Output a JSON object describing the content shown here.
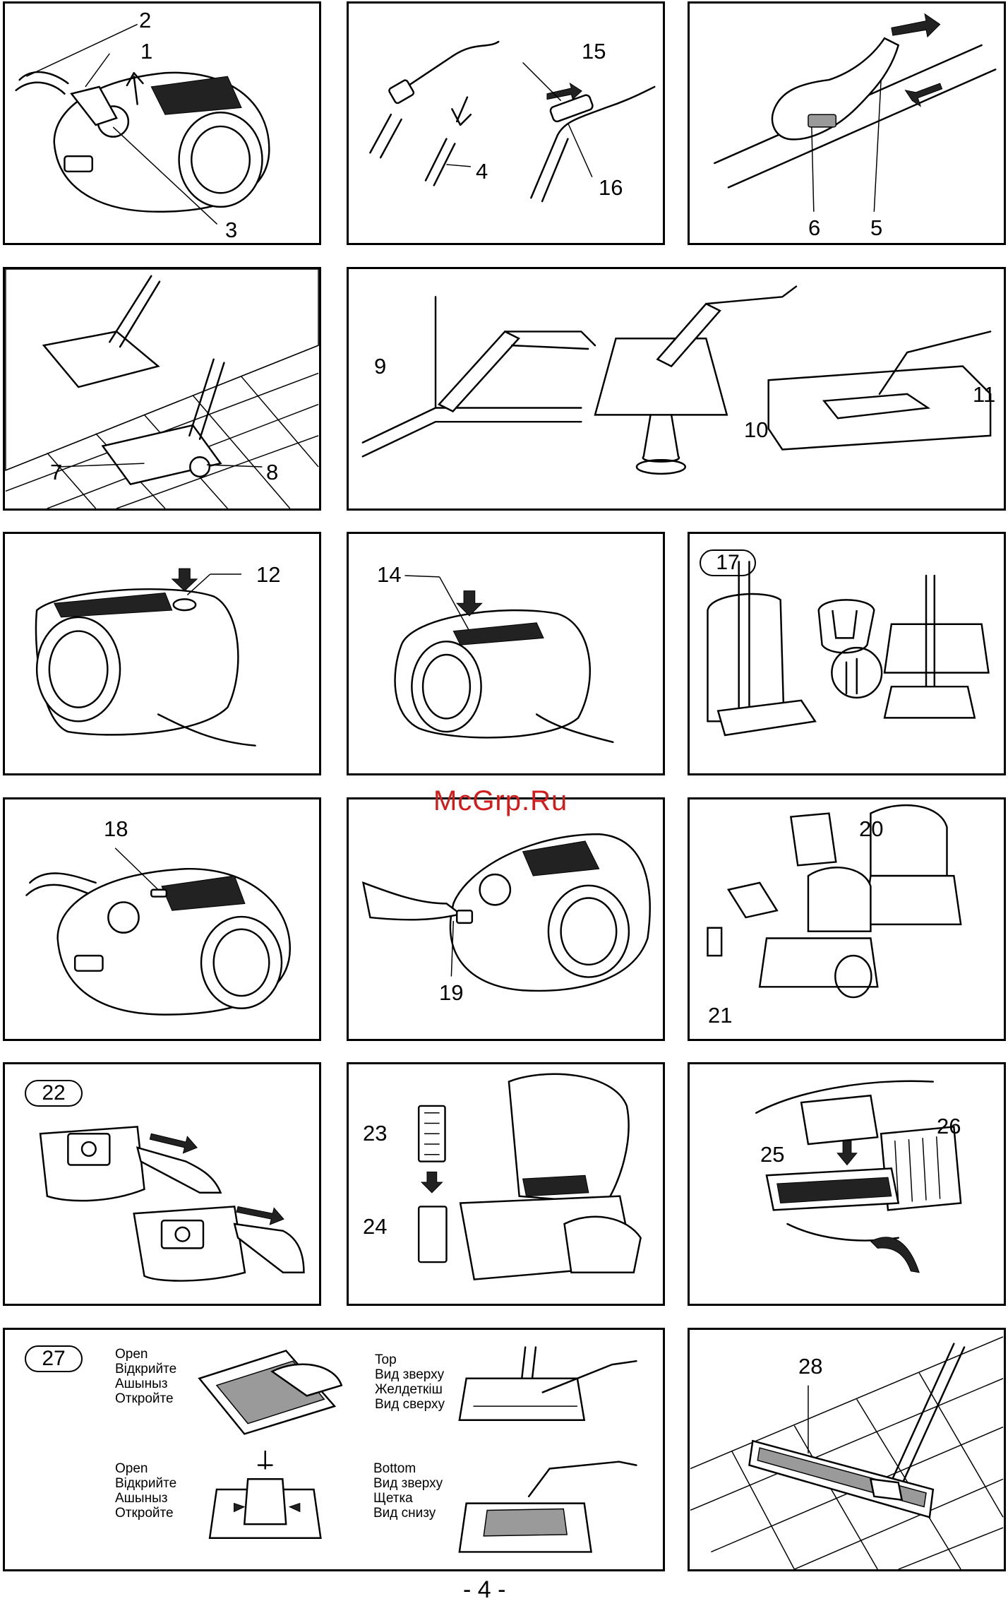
{
  "watermark": "McGrp.Ru",
  "page_number": "- 4 -",
  "panels": {
    "p1": {
      "labels": [
        "2",
        "1",
        "3"
      ]
    },
    "p2": {
      "labels": [
        "15",
        "4",
        "16"
      ]
    },
    "p3": {
      "labels": [
        "6",
        "5"
      ]
    },
    "p4": {
      "labels": [
        "7",
        "8"
      ]
    },
    "p5": {
      "labels": [
        "9",
        "10",
        "11"
      ]
    },
    "p6": {
      "labels": [
        "12"
      ]
    },
    "p7": {
      "labels": [
        "14"
      ]
    },
    "p8": {
      "badge": "17"
    },
    "p9": {
      "labels": [
        "18"
      ]
    },
    "p10": {
      "labels": [
        "19"
      ]
    },
    "p11": {
      "labels": [
        "20",
        "21"
      ]
    },
    "p12": {
      "badge": "22"
    },
    "p13": {
      "labels": [
        "23",
        "24"
      ]
    },
    "p14": {
      "labels": [
        "26",
        "25"
      ]
    },
    "p15": {
      "badge": "27",
      "open_top": [
        "Open",
        "Відкрийте",
        "Ашыныз",
        "Откройте"
      ],
      "top_view": [
        "Top",
        "Вид зверху",
        "Желдеткіш",
        "Вид сверху"
      ],
      "open_bottom": [
        "Open",
        "Відкрийте",
        "Ашыныз",
        "Откройте"
      ],
      "bottom_view": [
        "Bottom",
        "Вид зверху",
        "Щетка",
        "Вид снизу"
      ]
    },
    "p16": {
      "labels": [
        "28"
      ]
    }
  }
}
